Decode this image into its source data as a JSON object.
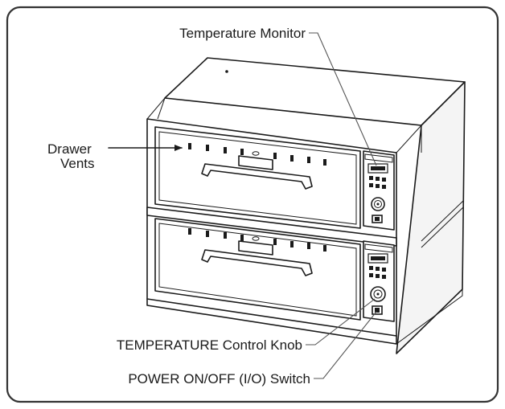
{
  "labels": {
    "temperature_monitor": "Temperature Monitor",
    "drawer_vents_line1": "Drawer",
    "drawer_vents_line2": "Vents",
    "temperature_knob": "TEMPERATURE Control Knob",
    "power_switch": "POWER ON/OFF (I/O) Switch"
  },
  "colors": {
    "frame": "#333333",
    "ink": "#1a1a1a",
    "leader": "#555555"
  }
}
